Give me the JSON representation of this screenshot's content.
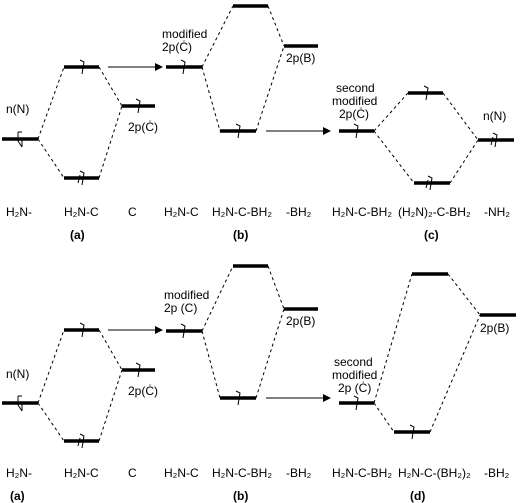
{
  "panels": {
    "top": {
      "labels": {
        "n_N_left": "n(N)",
        "two_p_C": "2p(Ċ)",
        "modified_l1": "modified",
        "modified_l2": "2p(Ċ)",
        "two_p_B": "2p(B)",
        "second_l1": "second",
        "second_l2": "modified",
        "second_l3": "2p(Ċ)",
        "n_N_right": "n(N)"
      },
      "species": [
        "H₂N-",
        "H₂N-C",
        "C",
        "H₂N-C",
        "H₂N-C-BH₂",
        "-BH₂",
        "H₂N-C-BH₂",
        "(H₂N)₂-C-BH₂",
        "-NH₂"
      ],
      "panel_letters": [
        "(a)",
        "(b)",
        "(c)"
      ]
    },
    "bottom": {
      "labels": {
        "n_N_left": "n(N)",
        "two_p_C": "2p(Ċ)",
        "modified_l1": "modified",
        "modified_l2": "2p (C)",
        "two_p_B": "2p(B)",
        "second_l1": "second",
        "second_l2": "modified",
        "second_l3": "2p (Ċ)",
        "two_p_B_right": "2p(B)"
      },
      "species": [
        "H₂N-",
        "H₂N-C",
        "C",
        "H₂N-C",
        "H₂N-C-BH₂",
        "-BH₂",
        "H₂N-C-BH₂",
        "H₂N-C-(BH₂)₂",
        "-BH₂"
      ],
      "panel_letters": [
        "(a)",
        "(b)",
        "(d)"
      ]
    }
  }
}
